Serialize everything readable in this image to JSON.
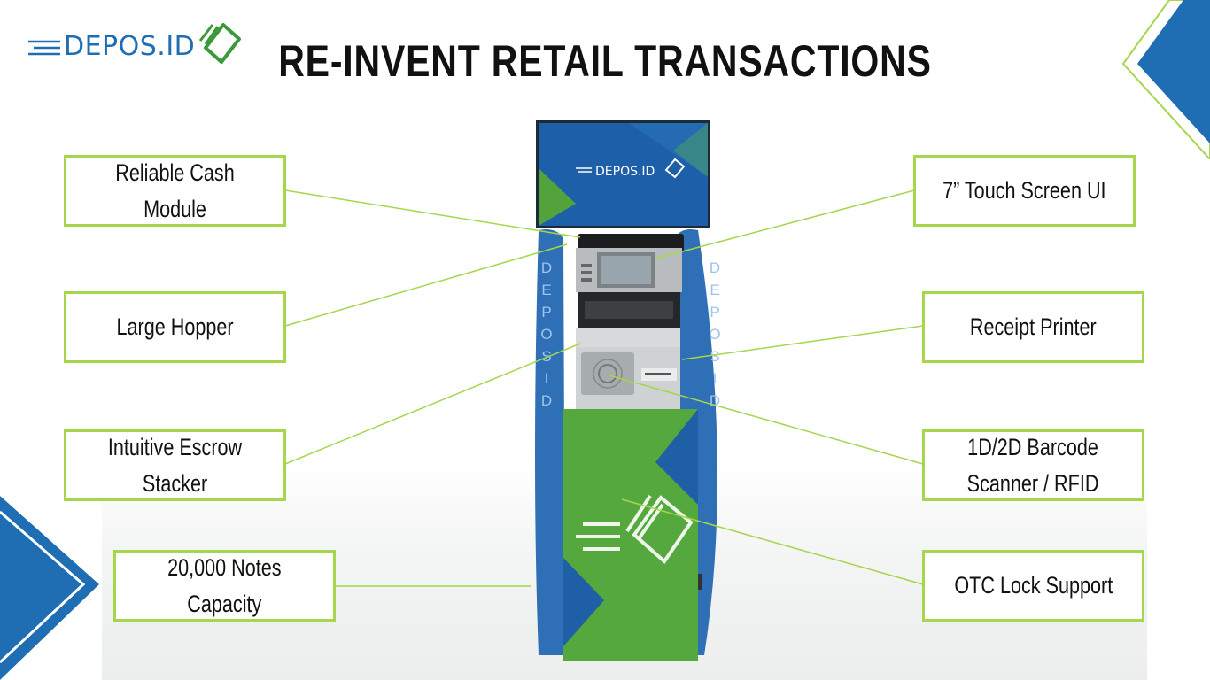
{
  "brand": {
    "logo_text": "DEPOS.ID",
    "kiosk_screen_logo": "DEPOS.ID",
    "side_label": "DEPOSID"
  },
  "title": "RE-INVENT RETAIL TRANSACTIONS",
  "callouts": [
    {
      "label": "Reliable Cash Module"
    },
    {
      "label": "Large Hopper"
    },
    {
      "label": "Intuitive Escrow\nStacker"
    },
    {
      "label": "20,000 Notes\nCapacity"
    },
    {
      "label": "7” Touch Screen UI"
    },
    {
      "label": "Receipt Printer"
    },
    {
      "label": "1D/2D Barcode\nScanner / RFID"
    },
    {
      "label": "OTC Lock Support"
    }
  ],
  "colors": {
    "accent_green": "#a5d64b",
    "kiosk_blue": "#2c6cb0",
    "kiosk_green": "#52a33c",
    "brand_blue": "#1f6db3"
  }
}
